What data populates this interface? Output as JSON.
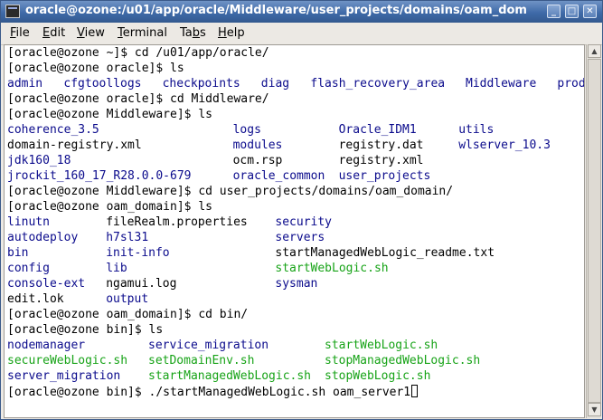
{
  "window": {
    "title": "oracle@ozone:/u01/app/oracle/Middleware/user_projects/domains/oam_dom",
    "buttons": {
      "minimize": "_",
      "maximize": "□",
      "close": "✕"
    }
  },
  "menu": [
    {
      "first": "F",
      "rest": "ile"
    },
    {
      "first": "E",
      "rest": "dit"
    },
    {
      "first": "V",
      "rest": "iew"
    },
    {
      "first": "T",
      "rest": "erminal"
    },
    {
      "pre": "Ta",
      "mid": "b",
      "post": "s"
    },
    {
      "first": "H",
      "rest": "elp"
    }
  ],
  "colors": {
    "dir": "#0b0b8c",
    "exe": "#17a317",
    "titlebar": "#3f6aa8"
  },
  "terminal": {
    "lines": [
      [
        {
          "t": "[oracle@ozone ~]$ cd /u01/app/oracle/",
          "c": "plain"
        }
      ],
      [
        {
          "t": "[oracle@ozone oracle]$ ls",
          "c": "plain"
        }
      ],
      [
        {
          "t": "admin",
          "c": "dir",
          "col": 0
        },
        {
          "t": "cfgtoollogs",
          "c": "dir",
          "col": 8
        },
        {
          "t": "checkpoints",
          "c": "dir",
          "col": 22
        },
        {
          "t": "diag",
          "c": "dir",
          "col": 36
        },
        {
          "t": "flash_recovery_area",
          "c": "dir",
          "col": 43
        },
        {
          "t": "Middleware",
          "c": "dir",
          "col": 65
        },
        {
          "t": "product",
          "c": "dir",
          "col": 78
        }
      ],
      [
        {
          "t": "[oracle@ozone oracle]$ cd Middleware/",
          "c": "plain"
        }
      ],
      [
        {
          "t": "[oracle@ozone Middleware]$ ls",
          "c": "plain"
        }
      ],
      [
        {
          "t": "coherence_3.5",
          "c": "dir",
          "col": 0
        },
        {
          "t": "logs",
          "c": "dir",
          "col": 32
        },
        {
          "t": "Oracle_IDM1",
          "c": "dir",
          "col": 47
        },
        {
          "t": "utils",
          "c": "dir",
          "col": 64
        }
      ],
      [
        {
          "t": "domain-registry.xml",
          "c": "plain",
          "col": 0
        },
        {
          "t": "modules",
          "c": "dir",
          "col": 32
        },
        {
          "t": "registry.dat",
          "c": "plain",
          "col": 47
        },
        {
          "t": "wlserver_10.3",
          "c": "dir",
          "col": 64
        }
      ],
      [
        {
          "t": "jdk160_18",
          "c": "dir",
          "col": 0
        },
        {
          "t": "ocm.rsp",
          "c": "plain",
          "col": 32
        },
        {
          "t": "registry.xml",
          "c": "plain",
          "col": 47
        }
      ],
      [
        {
          "t": "jrockit_160_17_R28.0.0-679",
          "c": "dir",
          "col": 0
        },
        {
          "t": "oracle_common",
          "c": "dir",
          "col": 32
        },
        {
          "t": "user_projects",
          "c": "dir",
          "col": 47
        }
      ],
      [
        {
          "t": "[oracle@ozone Middleware]$ cd user_projects/domains/oam_domain/",
          "c": "plain"
        }
      ],
      [
        {
          "t": "[oracle@ozone oam_domain]$ ls",
          "c": "plain"
        }
      ],
      [
        {
          "t": "linutn",
          "c": "dir",
          "col": 0
        },
        {
          "t": "fileRealm.properties",
          "c": "plain",
          "col": 14
        },
        {
          "t": "security",
          "c": "dir",
          "col": 38
        }
      ],
      [
        {
          "t": "autodeploy",
          "c": "dir",
          "col": 0
        },
        {
          "t": "h7sl31",
          "c": "dir",
          "col": 14
        },
        {
          "t": "servers",
          "c": "dir",
          "col": 38
        }
      ],
      [
        {
          "t": "bin",
          "c": "dir",
          "col": 0
        },
        {
          "t": "init-info",
          "c": "dir",
          "col": 14
        },
        {
          "t": "startManagedWebLogic_readme.txt",
          "c": "plain",
          "col": 38
        }
      ],
      [
        {
          "t": "config",
          "c": "dir",
          "col": 0
        },
        {
          "t": "lib",
          "c": "dir",
          "col": 14
        },
        {
          "t": "startWebLogic.sh",
          "c": "exe",
          "col": 38
        }
      ],
      [
        {
          "t": "console-ext",
          "c": "dir",
          "col": 0
        },
        {
          "t": "ngamui.log",
          "c": "plain",
          "col": 14
        },
        {
          "t": "sysman",
          "c": "dir",
          "col": 38
        }
      ],
      [
        {
          "t": "edit.lok",
          "c": "plain",
          "col": 0
        },
        {
          "t": "output",
          "c": "dir",
          "col": 14
        }
      ],
      [
        {
          "t": "[oracle@ozone oam_domain]$ cd bin/",
          "c": "plain"
        }
      ],
      [
        {
          "t": "[oracle@ozone bin]$ ls",
          "c": "plain"
        }
      ],
      [
        {
          "t": "nodemanager",
          "c": "dir",
          "col": 0
        },
        {
          "t": "service_migration",
          "c": "dir",
          "col": 20
        },
        {
          "t": "startWebLogic.sh",
          "c": "exe",
          "col": 45
        }
      ],
      [
        {
          "t": "secureWebLogic.sh",
          "c": "exe",
          "col": 0
        },
        {
          "t": "setDomainEnv.sh",
          "c": "exe",
          "col": 20
        },
        {
          "t": "stopManagedWebLogic.sh",
          "c": "exe",
          "col": 45
        }
      ],
      [
        {
          "t": "server_migration",
          "c": "dir",
          "col": 0
        },
        {
          "t": "startManagedWebLogic.sh",
          "c": "exe",
          "col": 20
        },
        {
          "t": "stopWebLogic.sh",
          "c": "exe",
          "col": 45
        }
      ],
      [
        {
          "t": "[oracle@ozone bin]$ ./startManagedWebLogic.sh oam_server1",
          "c": "plain",
          "cursor": true
        }
      ]
    ]
  }
}
